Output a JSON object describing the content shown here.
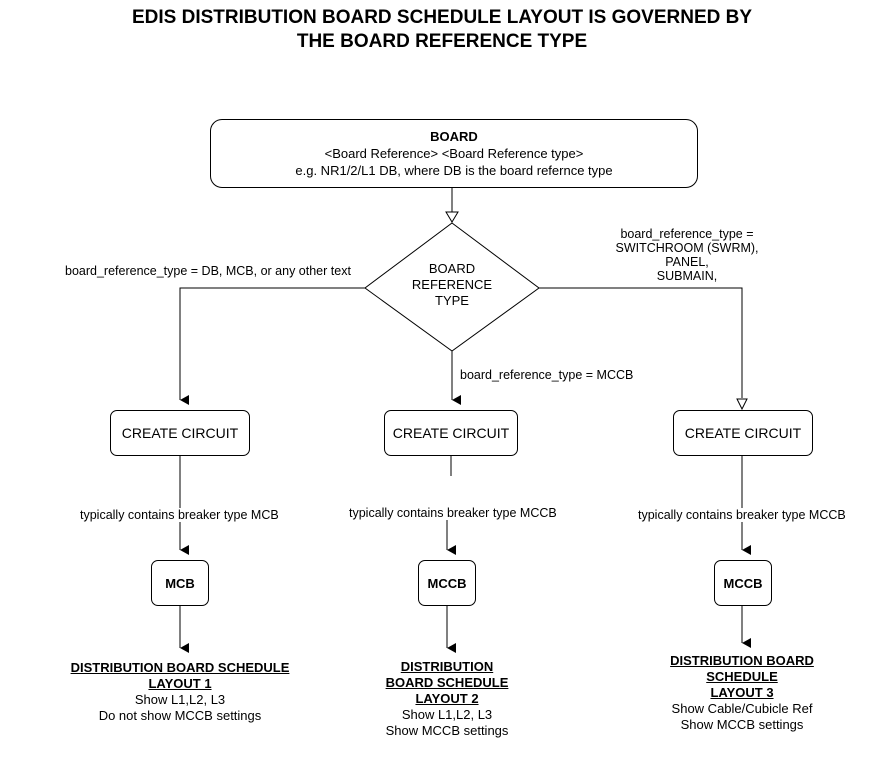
{
  "title": {
    "line1": "EDIS DISTRIBUTION BOARD SCHEDULE LAYOUT IS GOVERNED BY",
    "line2": "THE BOARD REFERENCE TYPE"
  },
  "board": {
    "title": "BOARD",
    "line1": "<Board Reference> <Board Reference type>",
    "line2": "e.g. NR1/2/L1 DB, where DB is the board refernce type"
  },
  "decision": {
    "line1": "BOARD",
    "line2": "REFERENCE",
    "line3": "TYPE"
  },
  "edges": {
    "left": "board_reference_type = DB, MCB, or any other text",
    "middle": "board_reference_type = MCCB",
    "right": [
      "board_reference_type =",
      "SWITCHROOM (SWRM),",
      "PANEL,",
      "SUBMAIN,"
    ]
  },
  "branches": [
    {
      "circuit": "CREATE CIRCUIT",
      "breaker_note": "typically contains breaker type MCB",
      "breaker": "MCB",
      "heading": [
        "DISTRIBUTION BOARD SCHEDULE",
        "LAYOUT 1"
      ],
      "lines": [
        "Show L1,L2, L3",
        "Do not show MCCB settings"
      ]
    },
    {
      "circuit": "CREATE CIRCUIT",
      "breaker_note": "typically contains breaker type MCCB",
      "breaker": "MCCB",
      "heading": [
        "DISTRIBUTION",
        "BOARD SCHEDULE",
        "LAYOUT 2"
      ],
      "lines": [
        "Show L1,L2, L3",
        "Show MCCB settings"
      ]
    },
    {
      "circuit": "CREATE CIRCUIT",
      "breaker_note": "typically contains breaker type MCCB",
      "breaker": "MCCB",
      "heading": [
        "DISTRIBUTION BOARD",
        "SCHEDULE",
        "LAYOUT 3"
      ],
      "lines": [
        "Show Cable/Cubicle Ref",
        "Show MCCB settings"
      ]
    }
  ]
}
